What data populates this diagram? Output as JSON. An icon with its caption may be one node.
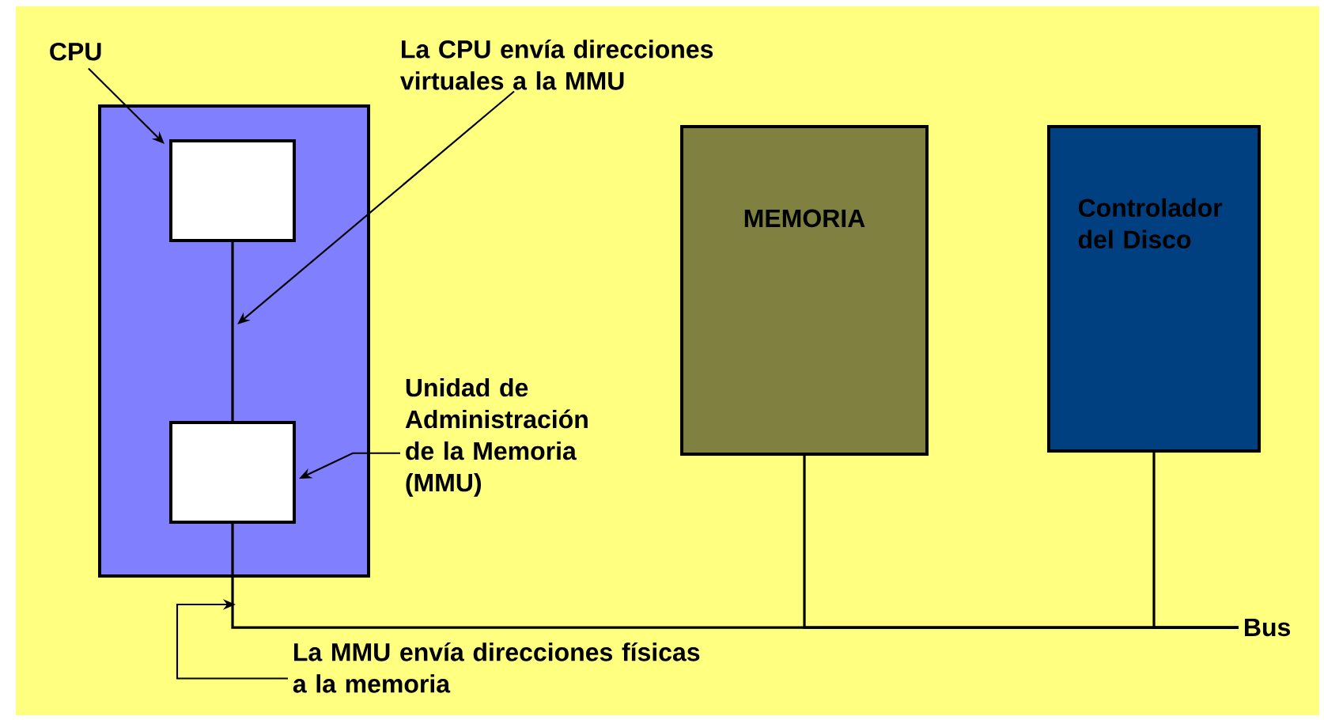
{
  "diagram": {
    "nodes": [
      {
        "text": [
          "CPU"
        ]
      },
      {
        "text": [
          "La CPU envía direcciones virtuales a la MMU"
        ]
      },
      {
        "text": [],
        "shape": "box"
      },
      {
        "text": [],
        "shape": "box",
        "in": 2
      },
      {
        "text": [],
        "shape": "box",
        "in": 2
      },
      {
        "text": [
          "Unidad de Administración de la Memoria (MMU)"
        ]
      },
      {
        "text": [
          "MEMORIA"
        ]
      },
      {
        "text": [
          "Controlador del Disco"
        ]
      },
      {
        "text": [
          "La MMU envía direcciones físicas a la memoria"
        ]
      },
      {
        "text": [
          "Bus"
        ]
      }
    ],
    "edges": [
      {
        "from": 0,
        "to": 3,
        "arrow": "to"
      },
      {
        "from": 3,
        "to": 4,
        "arrow": "none"
      },
      {
        "from": 1,
        "to": null,
        "arrow": "to"
      },
      {
        "from": 5,
        "to": 4,
        "arrow": "to"
      },
      {
        "from": 8,
        "to": null,
        "arrow": "to"
      },
      {
        "from": 4,
        "to": 9,
        "arrow": "none"
      },
      {
        "from": 6,
        "to": 9,
        "arrow": "none"
      },
      {
        "from": 7,
        "to": 9,
        "arrow": "none"
      }
    ]
  }
}
